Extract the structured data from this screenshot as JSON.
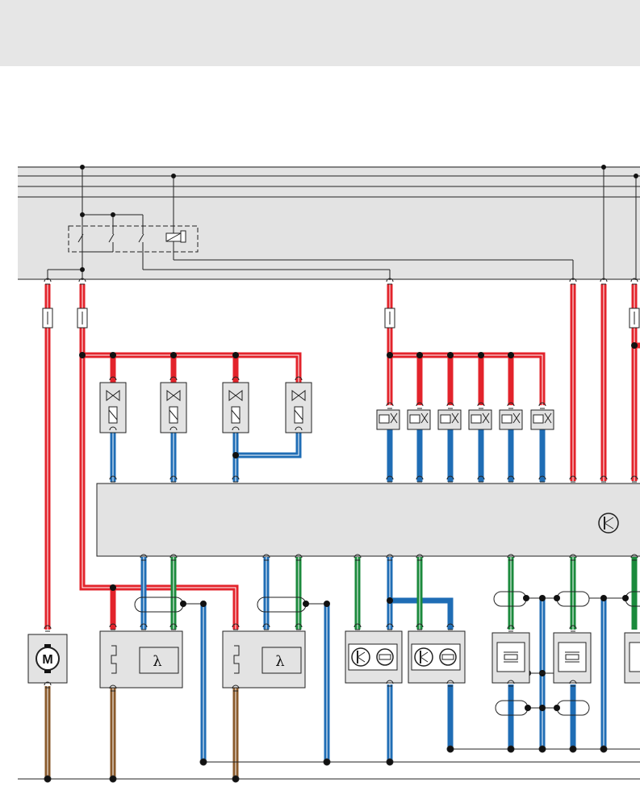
{
  "header": {},
  "symbols": {
    "lambda": "λ",
    "motor": "M"
  },
  "wire_colors": {
    "red": "#e3232b",
    "blue": "#1f6db5",
    "green": "#1b8a3c",
    "brown": "#8a5a2b",
    "black": "#1a1a1a",
    "gray_panel": "#e3e3e3"
  },
  "components": {
    "relay_box": "relay",
    "fuses": [
      "fuse",
      "fuse",
      "fuse",
      "fuse"
    ],
    "injectors": [
      "injector",
      "injector",
      "injector",
      "injector"
    ],
    "solenoid_valves": [
      "valve",
      "valve",
      "valve",
      "valve",
      "valve",
      "valve"
    ],
    "control_unit": "ecu",
    "lambda_sensors": [
      "lambda-sensor",
      "lambda-sensor"
    ],
    "knock_sensors": [
      "knock-sensor",
      "knock-sensor"
    ],
    "crystal_sensors": [
      "sensor",
      "sensor"
    ],
    "motor": "fuel-pump-motor"
  }
}
